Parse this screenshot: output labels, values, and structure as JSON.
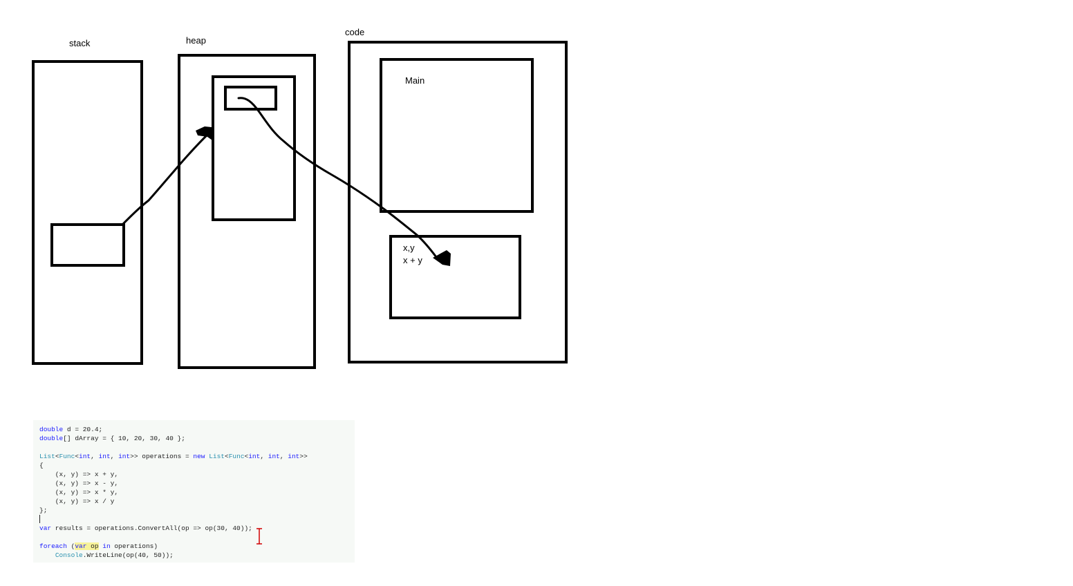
{
  "labels": {
    "stack": "stack",
    "heap": "heap",
    "code": "code",
    "main": "Main",
    "lambda_params": "x,y",
    "lambda_body": "x + y"
  },
  "code_lines": [
    [
      {
        "t": "double",
        "c": "kw"
      },
      {
        "t": " d = 20.4;"
      }
    ],
    [
      {
        "t": "double",
        "c": "kw"
      },
      {
        "t": "[] dArray = { 10, 20, 30, 40 };"
      }
    ],
    [],
    [
      {
        "t": "List",
        "c": "ty"
      },
      {
        "t": "<"
      },
      {
        "t": "Func",
        "c": "ty"
      },
      {
        "t": "<"
      },
      {
        "t": "int",
        "c": "kw"
      },
      {
        "t": ", "
      },
      {
        "t": "int",
        "c": "kw"
      },
      {
        "t": ", "
      },
      {
        "t": "int",
        "c": "kw"
      },
      {
        "t": ">> operations = "
      },
      {
        "t": "new",
        "c": "kw"
      },
      {
        "t": " "
      },
      {
        "t": "List",
        "c": "ty"
      },
      {
        "t": "<"
      },
      {
        "t": "Func",
        "c": "ty"
      },
      {
        "t": "<"
      },
      {
        "t": "int",
        "c": "kw"
      },
      {
        "t": ", "
      },
      {
        "t": "int",
        "c": "kw"
      },
      {
        "t": ", "
      },
      {
        "t": "int",
        "c": "kw"
      },
      {
        "t": ">>"
      }
    ],
    [
      {
        "t": "{"
      }
    ],
    [
      {
        "t": "    (x, y) => x + y,"
      }
    ],
    [
      {
        "t": "    (x, y) => x - y,"
      }
    ],
    [
      {
        "t": "    (x, y) => x * y,"
      }
    ],
    [
      {
        "t": "    (x, y) => x / y"
      }
    ],
    [
      {
        "t": "};"
      }
    ],
    [],
    [
      {
        "t": "var",
        "c": "kw"
      },
      {
        "t": " results = operations.ConvertAll(op => op(30, 40));"
      }
    ],
    [],
    [
      {
        "t": "foreach",
        "c": "kw"
      },
      {
        "t": " ("
      },
      {
        "t": "var",
        "c": "kw hl"
      },
      {
        "t": " ",
        "c": "hl"
      },
      {
        "t": "op",
        "c": "hl"
      },
      {
        "t": " "
      },
      {
        "t": "in",
        "c": "kw"
      },
      {
        "t": " operations)"
      }
    ],
    [
      {
        "t": "    "
      },
      {
        "t": "Console",
        "c": "ty"
      },
      {
        "t": ".WriteLine(op(40, 50));"
      }
    ]
  ]
}
